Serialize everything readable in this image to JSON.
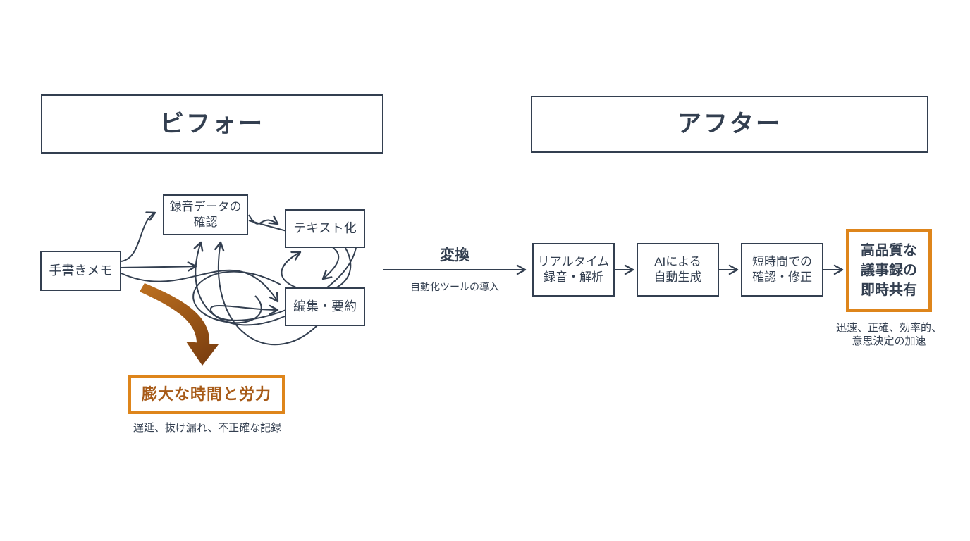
{
  "colors": {
    "ink": "#333F50",
    "accent_border": "#DE851B",
    "accent_text": "#A75A17",
    "emphasis_arrow_light": "#B96D1E",
    "emphasis_arrow_dark": "#7C3F10",
    "background": "#FFFFFF"
  },
  "before": {
    "header": "ビフォー",
    "nodes": [
      {
        "label": "手書きメモ"
      },
      {
        "label": "録音データの\n確認"
      },
      {
        "label": "テキスト化"
      },
      {
        "label": "編集・要約"
      }
    ],
    "result": {
      "label": "膨大な時間と労力",
      "caption": "遅延、抜け漏れ、不正確な記録"
    }
  },
  "transition": {
    "label": "変換",
    "sublabel": "自動化ツールの導入"
  },
  "after": {
    "header": "アフター",
    "steps": [
      {
        "label": "リアルタイム\n録音・解析"
      },
      {
        "label": "AIによる\n自動生成"
      },
      {
        "label": "短時間での\n確認・修正"
      }
    ],
    "result": {
      "label": "高品質な\n議事録の\n即時共有",
      "caption": "迅速、正確、効率的、\n意思決定の加速"
    }
  }
}
